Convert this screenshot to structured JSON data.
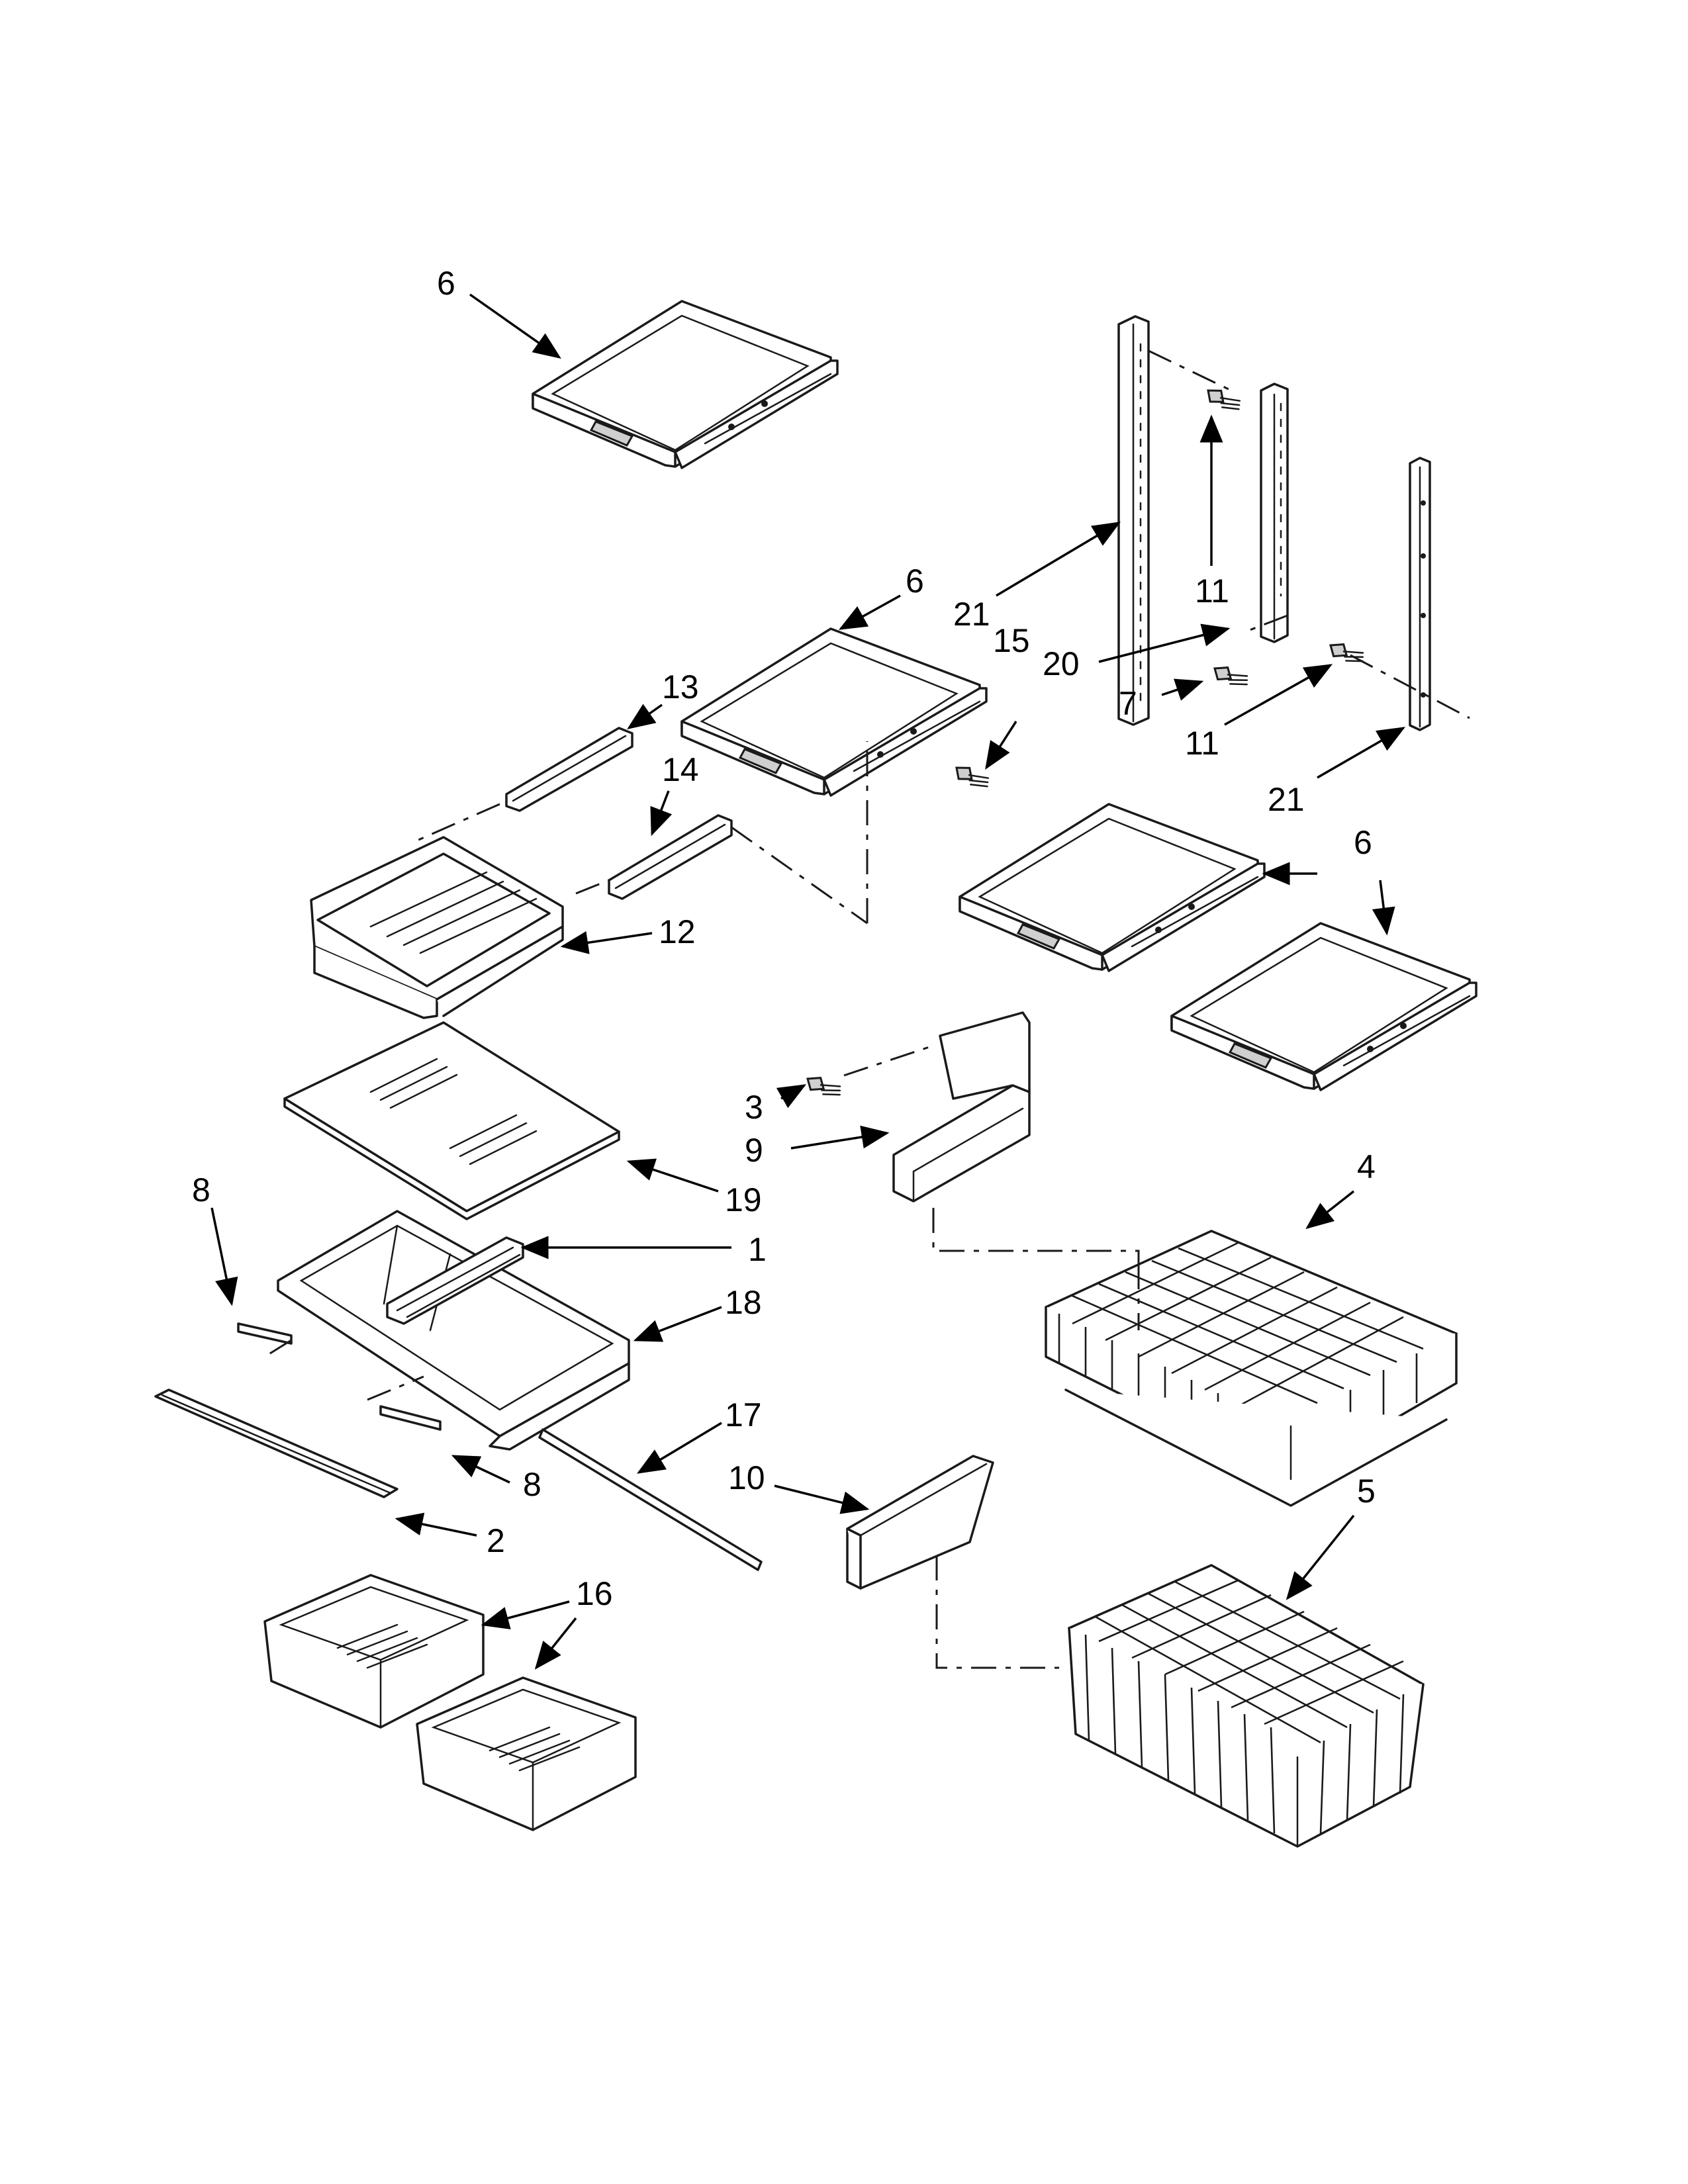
{
  "callouts": [
    {
      "id": "c6a",
      "text": "6"
    },
    {
      "id": "c6b",
      "text": "6"
    },
    {
      "id": "c6c",
      "text": "6"
    },
    {
      "id": "c6d",
      "text": "6"
    },
    {
      "id": "c11a",
      "text": "11"
    },
    {
      "id": "c21a",
      "text": "21"
    },
    {
      "id": "c15",
      "text": "15"
    },
    {
      "id": "c20",
      "text": "20"
    },
    {
      "id": "c7",
      "text": "7"
    },
    {
      "id": "c11b",
      "text": "11"
    },
    {
      "id": "c21b",
      "text": "21"
    },
    {
      "id": "c13",
      "text": "13"
    },
    {
      "id": "c14",
      "text": "14"
    },
    {
      "id": "c12",
      "text": "12"
    },
    {
      "id": "c3",
      "text": "3"
    },
    {
      "id": "c9",
      "text": "9"
    },
    {
      "id": "c4",
      "text": "4"
    },
    {
      "id": "c19",
      "text": "19"
    },
    {
      "id": "c8a",
      "text": "8"
    },
    {
      "id": "c1",
      "text": "1"
    },
    {
      "id": "c18",
      "text": "18"
    },
    {
      "id": "c17",
      "text": "17"
    },
    {
      "id": "c10",
      "text": "10"
    },
    {
      "id": "c8b",
      "text": "8"
    },
    {
      "id": "c5",
      "text": "5"
    },
    {
      "id": "c2",
      "text": "2"
    },
    {
      "id": "c16",
      "text": "16"
    }
  ]
}
